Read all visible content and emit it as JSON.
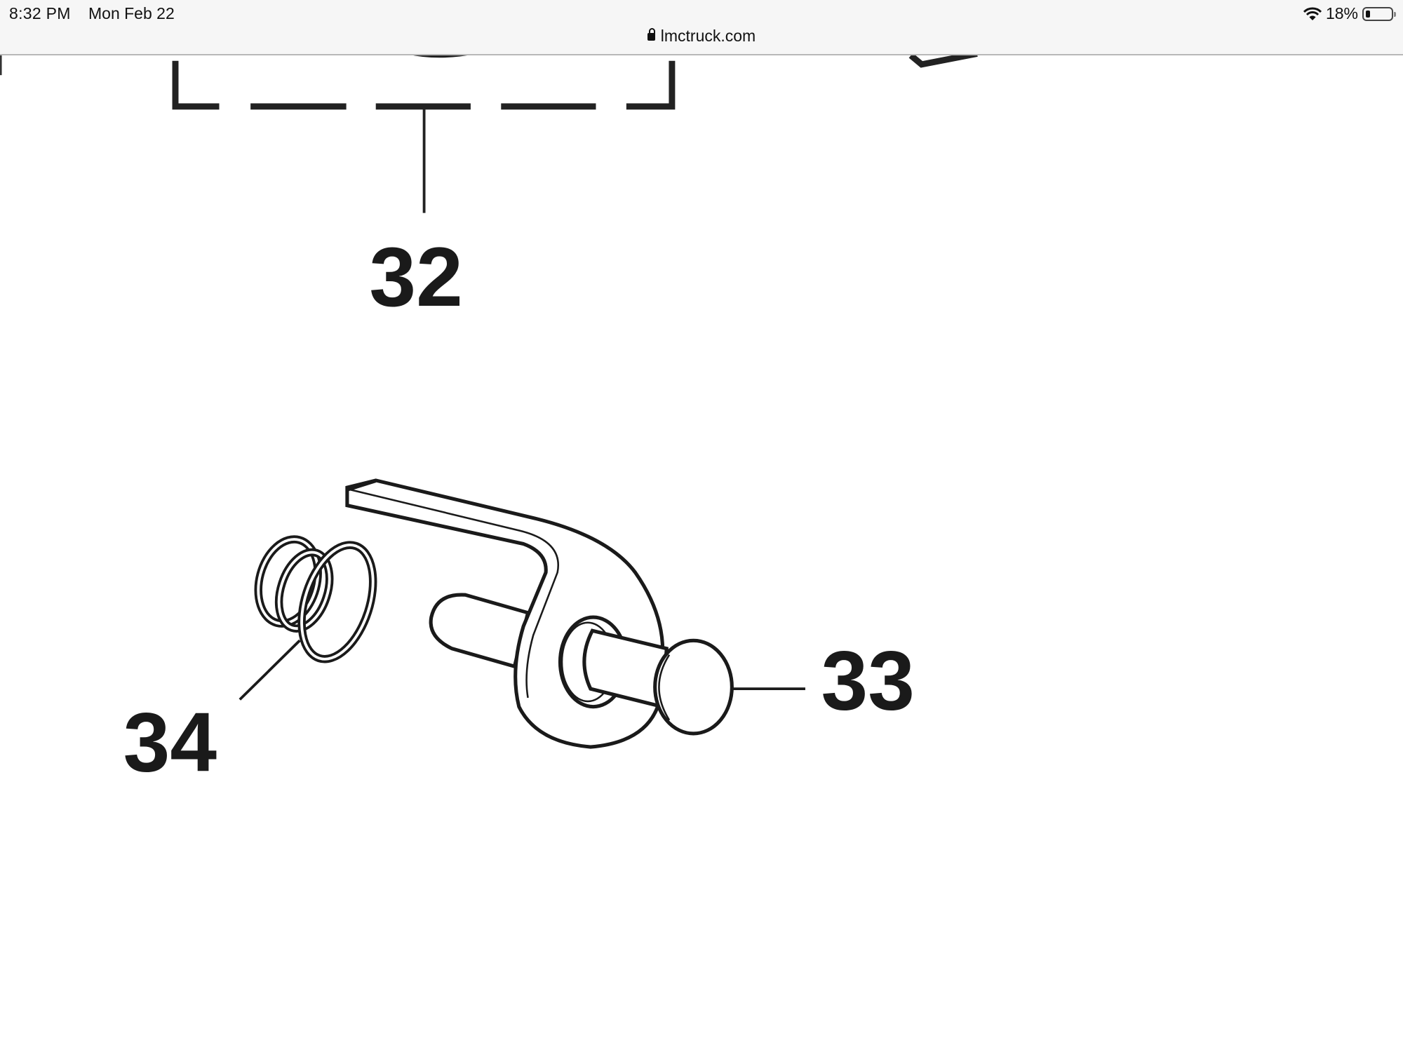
{
  "status_bar": {
    "time": "8:32 PM",
    "date": "Mon Feb 22",
    "battery_percent_label": "18%",
    "battery_level": 0.18,
    "wifi_icon": "wifi-icon"
  },
  "address_bar": {
    "lock_icon": "lock-icon",
    "domain": "lmctruck.com"
  },
  "diagram": {
    "callouts": [
      "32",
      "33",
      "34"
    ]
  }
}
